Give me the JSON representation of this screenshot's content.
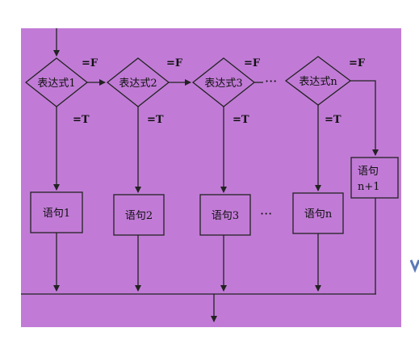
{
  "colors": {
    "panel": "#c17bd6",
    "stroke": "#222222",
    "blue_mark": "#5b7bb7",
    "page": "#ffffff"
  },
  "flow": {
    "conditions": [
      {
        "label": "表达式1",
        "false_label": "=F",
        "true_label": "=T",
        "statement": "语句1"
      },
      {
        "label": "表达式2",
        "false_label": "=F",
        "true_label": "=T",
        "statement": "语句2"
      },
      {
        "label": "表达式3",
        "false_label": "=F",
        "true_label": "=T",
        "statement": "语句3"
      },
      {
        "label": "表达式n",
        "false_label": "=F",
        "true_label": "=T",
        "statement": "语句n"
      }
    ],
    "ellipsis_top": "···",
    "ellipsis_bottom": "···",
    "default_statement": {
      "line1": "语句",
      "line2": "n+1"
    }
  }
}
